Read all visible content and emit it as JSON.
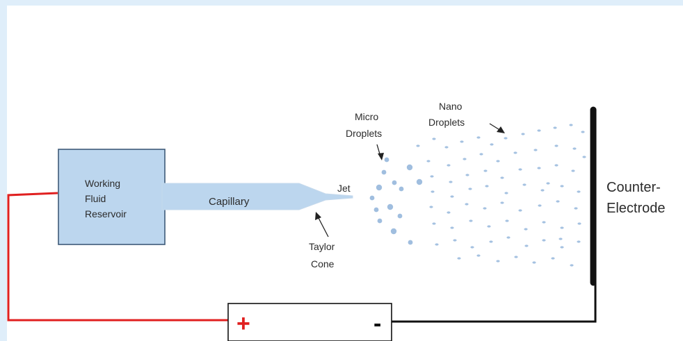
{
  "diagram": {
    "reservoir": {
      "lines": [
        "Working",
        "Fluid",
        "Reservoir"
      ]
    },
    "capillary": {
      "label": "Capillary"
    },
    "jet": {
      "label": "Jet"
    },
    "taylor_cone": {
      "lines": [
        "Taylor",
        "Cone"
      ]
    },
    "micro_droplets": {
      "lines": [
        "Micro",
        "Droplets"
      ]
    },
    "nano_droplets": {
      "lines": [
        "Nano",
        "Droplets"
      ]
    },
    "counter_electrode": {
      "lines": [
        "Counter-",
        "Electrode"
      ]
    },
    "power_supply": {
      "positive": "+",
      "negative": "-"
    }
  },
  "colors": {
    "page_background": "#dfeefa",
    "canvas_background": "#ffffff",
    "reservoir_fill": "#bcd6ee",
    "capillary_fill": "#bcd6ee",
    "outline": "#2f4f6f",
    "droplet": "#8fb3d9",
    "positive_wire": "#e02020",
    "negative_wire": "#111111",
    "electrode": "#111111"
  }
}
